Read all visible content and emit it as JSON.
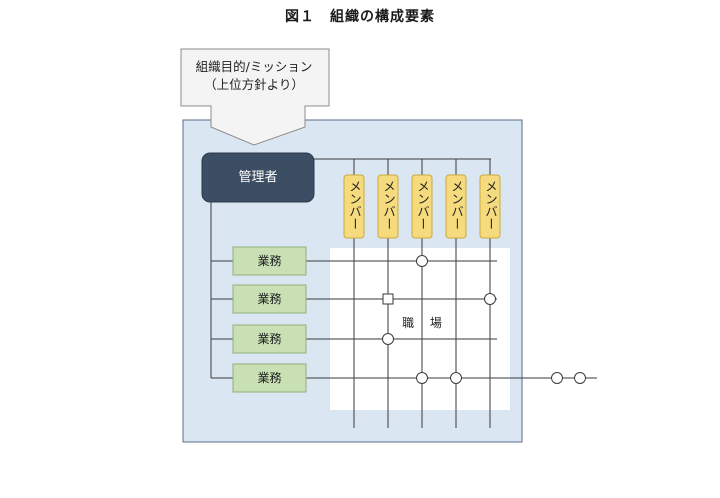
{
  "figure": {
    "title": "図１　組織の構成要素"
  },
  "mission": {
    "line1": "組織目的/ミッション",
    "line2": "（上位方針より）"
  },
  "manager": {
    "label": "管理者"
  },
  "members": [
    {
      "label": "メンバー"
    },
    {
      "label": "メンバー"
    },
    {
      "label": "メンバー"
    },
    {
      "label": "メンバー"
    },
    {
      "label": "メンバー"
    }
  ],
  "tasks": [
    {
      "label": "業務"
    },
    {
      "label": "業務"
    },
    {
      "label": "業務"
    },
    {
      "label": "業務"
    }
  ],
  "workplace": {
    "label": "職 場"
  },
  "colors": {
    "container_fill": "#dbe6f3",
    "container_stroke": "#5b6f8a",
    "manager_fill": "#3c4e63",
    "member_fill": "#f5db7e",
    "task_fill": "#c8e0b4",
    "workplace_fill": "#ffffff",
    "line": "#3a3a3a"
  }
}
